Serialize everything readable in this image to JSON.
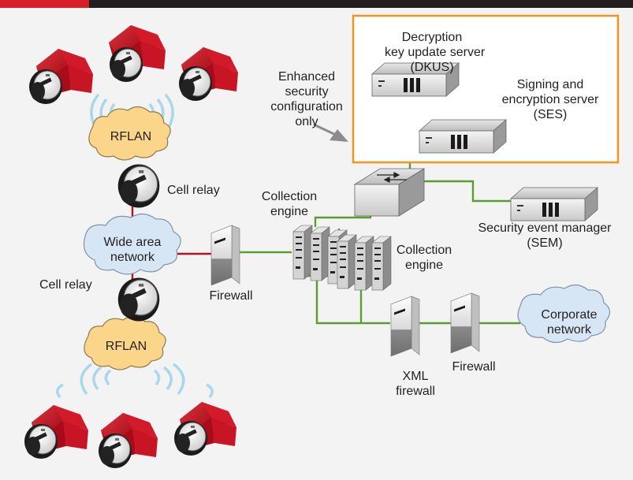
{
  "diagram": {
    "labels": {
      "dkus": [
        "Decryption",
        "key update server",
        "(DKUS)"
      ],
      "ses": [
        "Signing and",
        "encryption server",
        "(SES)"
      ],
      "enhanced": [
        "Enhanced",
        "security",
        "configuration",
        "only"
      ],
      "rflan_top": "RFLAN",
      "rflan_bottom": "RFLAN",
      "cell_relay_top": "Cell relay",
      "cell_relay_bottom": "Cell relay",
      "wan": [
        "Wide area",
        "network"
      ],
      "firewall_left": "Firewall",
      "collection_engine_top": [
        "Collection",
        "engine"
      ],
      "collection_engine_right": [
        "Collection",
        "engine"
      ],
      "sem": [
        "Security event manager",
        "(SEM)"
      ],
      "corporate": [
        "Corporate",
        "network"
      ],
      "xml_firewall": [
        "XML",
        "firewall"
      ],
      "firewall_right": "Firewall"
    },
    "colors": {
      "green_link": "#5c9e2e",
      "red_link": "#b5121b",
      "orange_frame": "#f7941d",
      "house": "#c8102e",
      "rflan_cloud": "#fbd68a",
      "network_cloud": "#d6e6f5",
      "topbar": "#231f20",
      "topbar_accent": "#d71f26"
    },
    "icons": [
      "house-icon",
      "smart-meter-icon",
      "wireless-signal-icon",
      "server-icon",
      "network-switch-icon",
      "firewall-icon",
      "rack-server-icon",
      "cloud-icon"
    ]
  }
}
